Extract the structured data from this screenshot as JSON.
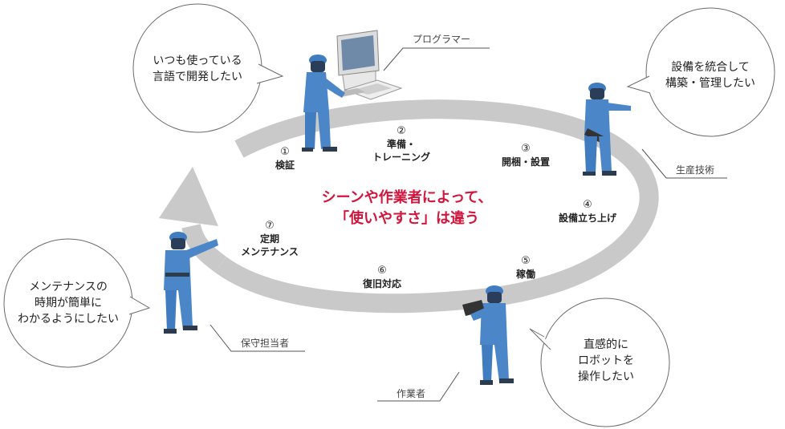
{
  "center_message": {
    "line1": "シーンや作業者によって、",
    "line2": "「使いやすさ」は違う"
  },
  "steps": [
    {
      "num": "①",
      "label": "検証",
      "label2": ""
    },
    {
      "num": "②",
      "label": "準備・",
      "label2": "トレーニング"
    },
    {
      "num": "③",
      "label": "開梱・設置",
      "label2": ""
    },
    {
      "num": "④",
      "label": "設備立ち上げ",
      "label2": ""
    },
    {
      "num": "⑤",
      "label": "稼働",
      "label2": ""
    },
    {
      "num": "⑥",
      "label": "復旧対応",
      "label2": ""
    },
    {
      "num": "⑦",
      "label": "定期",
      "label2": "メンテナンス"
    }
  ],
  "roles": {
    "programmer": "プログラマー",
    "production_engineer": "生産技術",
    "operator": "作業者",
    "maintenance": "保守担当者"
  },
  "bubbles": {
    "programmer": [
      "いつも使っている",
      "言語で開発したい"
    ],
    "production_engineer": [
      "設備を統合して",
      "構築・管理したい"
    ],
    "operator": [
      "直感的に",
      "ロボットを",
      "操作したい"
    ],
    "maintenance": [
      "メンテナンスの",
      "時期が簡単に",
      "わかるようにしたい"
    ]
  },
  "colors": {
    "arrow": "#c9c9c9",
    "accent": "#d2153c",
    "worker": "#4a86c8",
    "helmet": "#3f7cc0",
    "bubble_stroke": "#6b6b6b"
  }
}
